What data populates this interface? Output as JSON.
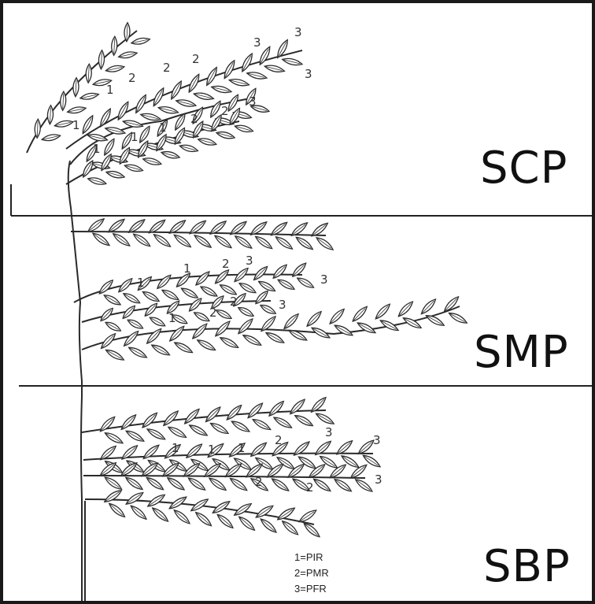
{
  "zones": {
    "top": "SCP",
    "middle": "SMP",
    "bottom": "SBP"
  },
  "legend": {
    "line1": "1=PIR",
    "line2": "2=PMR",
    "line3": "3=PFR"
  },
  "markers": {
    "one": "1",
    "two": "2",
    "three": "3"
  },
  "colors": {
    "ink": "#1a1a1a",
    "paper": "#ffffff"
  }
}
